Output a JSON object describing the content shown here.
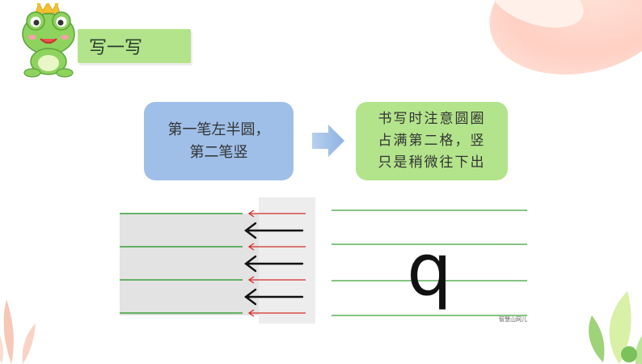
{
  "title": "写一写",
  "step_box": {
    "line1": "第一笔左半圆，",
    "line2": "第二笔竖"
  },
  "tip_box": {
    "line1": "书写时注意圆圈",
    "line2": "占满第二格，竖",
    "line3": "只是稍微往下出"
  },
  "demo": {
    "letter": "q",
    "watermark": "智慧山网儿"
  },
  "colors": {
    "green_box": "#b3e48c",
    "blue_box": "#9fbfe8",
    "guide_line": "#3aa03a",
    "arrow_red": "#d62c2c"
  },
  "icons": [
    "frog-with-crown-icon",
    "arrow-right-icon",
    "arrow-left-icon",
    "leaf-decoration-icon"
  ]
}
